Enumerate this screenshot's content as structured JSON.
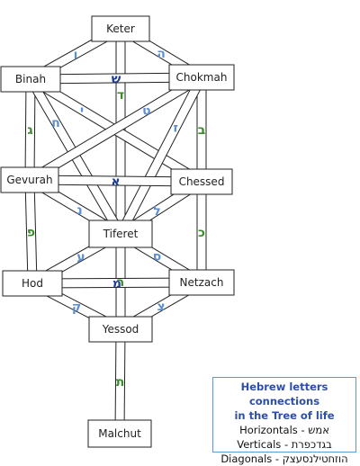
{
  "sefirot": [
    {
      "id": "keter",
      "label": "Keter"
    },
    {
      "id": "binah",
      "label": "Binah"
    },
    {
      "id": "chokmah",
      "label": "Chokmah"
    },
    {
      "id": "gevurah",
      "label": "Gevurah"
    },
    {
      "id": "chessed",
      "label": "Chessed"
    },
    {
      "id": "tiferet",
      "label": "Tiferet"
    },
    {
      "id": "hod",
      "label": "Hod"
    },
    {
      "id": "netzach",
      "label": "Netzach"
    },
    {
      "id": "yessod",
      "label": "Yessod"
    },
    {
      "id": "malchut",
      "label": "Malchut"
    }
  ],
  "paths": [
    {
      "from": "keter",
      "to": "binah",
      "letter": "ו",
      "kind": "diagonal"
    },
    {
      "from": "keter",
      "to": "chokmah",
      "letter": "ה",
      "kind": "diagonal"
    },
    {
      "from": "keter",
      "to": "tiferet",
      "letter": "ד",
      "kind": "vertical"
    },
    {
      "from": "binah",
      "to": "chokmah",
      "letter": "ש",
      "kind": "horizontal"
    },
    {
      "from": "binah",
      "to": "gevurah",
      "letter": "ג",
      "kind": "vertical"
    },
    {
      "from": "binah",
      "to": "tiferet",
      "letter": "ח",
      "kind": "diagonal"
    },
    {
      "from": "binah",
      "to": "chessed",
      "letter": "י",
      "kind": "diagonal"
    },
    {
      "from": "chokmah",
      "to": "chessed",
      "letter": "ב",
      "kind": "vertical"
    },
    {
      "from": "chokmah",
      "to": "tiferet",
      "letter": "ז",
      "kind": "diagonal"
    },
    {
      "from": "chokmah",
      "to": "gevurah",
      "letter": "ט",
      "kind": "diagonal"
    },
    {
      "from": "gevurah",
      "to": "chessed",
      "letter": "א",
      "kind": "horizontal"
    },
    {
      "from": "gevurah",
      "to": "hod",
      "letter": "פ",
      "kind": "vertical"
    },
    {
      "from": "gevurah",
      "to": "tiferet",
      "letter": "נ",
      "kind": "diagonal"
    },
    {
      "from": "chessed",
      "to": "netzach",
      "letter": "כ",
      "kind": "vertical"
    },
    {
      "from": "chessed",
      "to": "tiferet",
      "letter": "ל",
      "kind": "diagonal"
    },
    {
      "from": "tiferet",
      "to": "yessod",
      "letter": "ר",
      "kind": "vertical"
    },
    {
      "from": "tiferet",
      "to": "hod",
      "letter": "ע",
      "kind": "diagonal"
    },
    {
      "from": "tiferet",
      "to": "netzach",
      "letter": "ס",
      "kind": "diagonal"
    },
    {
      "from": "hod",
      "to": "netzach",
      "letter": "מ",
      "kind": "horizontal"
    },
    {
      "from": "hod",
      "to": "yessod",
      "letter": "ק",
      "kind": "diagonal"
    },
    {
      "from": "netzach",
      "to": "yessod",
      "letter": "צ",
      "kind": "diagonal"
    },
    {
      "from": "yessod",
      "to": "malchut",
      "letter": "ת",
      "kind": "vertical"
    }
  ],
  "colors": {
    "horizontal": "#1f3a93",
    "vertical": "#3a8a2a",
    "diagonal": "#5b8fd0",
    "path_border": "#222222",
    "node_border": "#222222",
    "legend_title": "#2e4fa8"
  },
  "legend": {
    "title_line1": "Hebrew letters connections",
    "title_line2": "in the Tree of life",
    "horizontals": "Horizontals - אמש",
    "verticals": "Verticals - בגדכפרת",
    "diagonals": "Diagonals - הוזחטילנסעצק"
  }
}
